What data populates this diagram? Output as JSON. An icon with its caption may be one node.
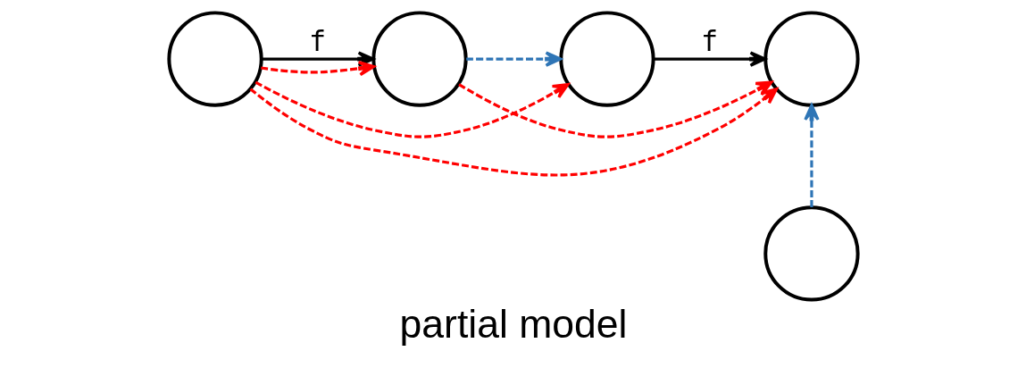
{
  "diagram": {
    "caption": "partial model",
    "nodes": [
      {
        "text": [],
        "shape": "circle"
      },
      {
        "text": [],
        "shape": "circle"
      },
      {
        "text": [],
        "shape": "circle"
      },
      {
        "text": [],
        "shape": "circle"
      },
      {
        "text": [],
        "shape": "circle"
      }
    ],
    "edges": [
      {
        "from": 0,
        "to": 1,
        "arrow": "to",
        "label": "f",
        "color": "#000000"
      },
      {
        "from": 1,
        "to": 2,
        "arrow": "to",
        "style": "dashed",
        "color": "#2e75b6"
      },
      {
        "from": 2,
        "to": 3,
        "arrow": "to",
        "label": "f",
        "color": "#000000"
      },
      {
        "from": 0,
        "to": 1,
        "arrow": "to",
        "style": "dashed",
        "color": "#ff0000"
      },
      {
        "from": 0,
        "to": 2,
        "arrow": "to",
        "style": "dashed",
        "color": "#ff0000"
      },
      {
        "from": 0,
        "to": 3,
        "arrow": "to",
        "style": "dashed",
        "color": "#ff0000"
      },
      {
        "from": 1,
        "to": 3,
        "arrow": "to",
        "style": "dashed",
        "color": "#ff0000"
      },
      {
        "from": 4,
        "to": 3,
        "arrow": "to",
        "style": "dashed",
        "color": "#2e75b6"
      }
    ]
  }
}
